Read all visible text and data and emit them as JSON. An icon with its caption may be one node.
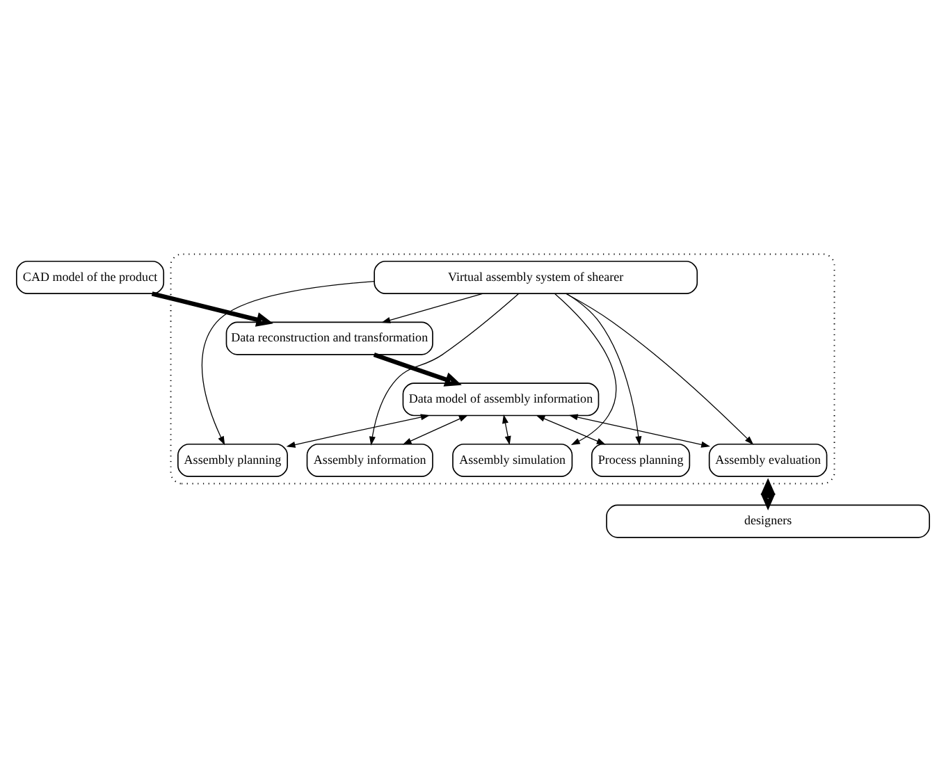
{
  "diagram": {
    "nodes": [
      {
        "text": [],
        "shape": "box"
      },
      {
        "text": [
          "Virtual assembly system of shearer"
        ],
        "in": 0
      },
      {
        "text": [
          "CAD model of the product"
        ]
      },
      {
        "text": [
          "Data reconstruction and transformation"
        ],
        "in": 0
      },
      {
        "text": [
          "Data model of assembly information"
        ],
        "in": 0
      },
      {
        "text": [
          "Assembly planning"
        ],
        "in": 0
      },
      {
        "text": [
          "Assembly information"
        ],
        "in": 0
      },
      {
        "text": [
          "Assembly simulation"
        ],
        "in": 0
      },
      {
        "text": [
          "Process planning"
        ],
        "in": 0
      },
      {
        "text": [
          "Assembly evaluation"
        ],
        "in": 0
      },
      {
        "text": [
          "designers"
        ]
      }
    ],
    "edges": [
      {
        "from": 1,
        "to": 3,
        "arrow": "to"
      },
      {
        "from": 2,
        "to": 3,
        "arrow": "to",
        "style": "thick"
      },
      {
        "from": 3,
        "to": 4,
        "arrow": "to",
        "style": "thick"
      },
      {
        "from": 1,
        "to": 5,
        "arrow": "to"
      },
      {
        "from": 1,
        "to": 6,
        "arrow": "to"
      },
      {
        "from": 1,
        "to": 7,
        "arrow": "to"
      },
      {
        "from": 1,
        "to": 8,
        "arrow": "to"
      },
      {
        "from": 1,
        "to": 9,
        "arrow": "to"
      },
      {
        "from": 4,
        "to": 5,
        "arrow": "both"
      },
      {
        "from": 4,
        "to": 6,
        "arrow": "both"
      },
      {
        "from": 4,
        "to": 7,
        "arrow": "both"
      },
      {
        "from": 4,
        "to": 8,
        "arrow": "both"
      },
      {
        "from": 4,
        "to": 9,
        "arrow": "both"
      },
      {
        "from": 0,
        "to": 10,
        "arrow": "both",
        "style": "thick"
      }
    ]
  }
}
